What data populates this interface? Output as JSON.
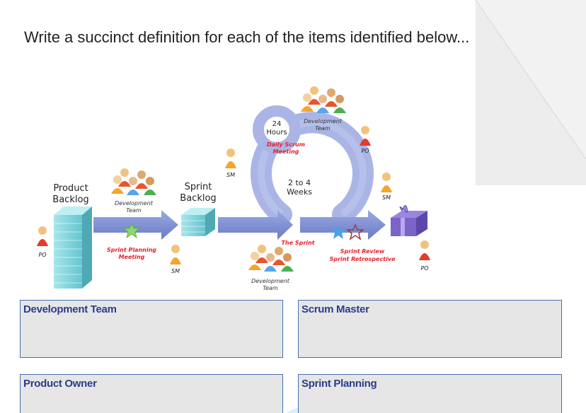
{
  "heading": "Write a succinct definition for each of the items identified below...",
  "diagram": {
    "product_backlog": [
      "Product",
      "Backlog"
    ],
    "sprint_backlog": [
      "Sprint",
      "Backlog"
    ],
    "hours": [
      "24",
      "Hours"
    ],
    "daily_scrum": [
      "Daily Scrum",
      "Meeting"
    ],
    "weeks": [
      "2 to 4",
      "Weeks"
    ],
    "dev_team_top": [
      "Development",
      "Team"
    ],
    "dev_team_left": [
      "Development",
      "Team"
    ],
    "dev_team_bottom": [
      "Development",
      "Team"
    ],
    "sprint_planning_meeting": [
      "Sprint Planning",
      "Meeting"
    ],
    "the_sprint": "The Sprint",
    "sprint_review": "Sprint Review",
    "sprint_retrospective": "Sprint Retrospective",
    "role_po": "PO",
    "role_sm": "SM",
    "colors": {
      "arrow": "#7e8fd0",
      "loop": "#a9b5e5",
      "backlog": "#7fd3db",
      "red_text": "#e8202a",
      "box_border": "#4a6fb0",
      "box_title": "#2b3d88"
    }
  },
  "boxes": {
    "development_team": "Development Team",
    "scrum_master": "Scrum Master",
    "product_owner": "Product Owner",
    "sprint_planning": "Sprint Planning"
  }
}
